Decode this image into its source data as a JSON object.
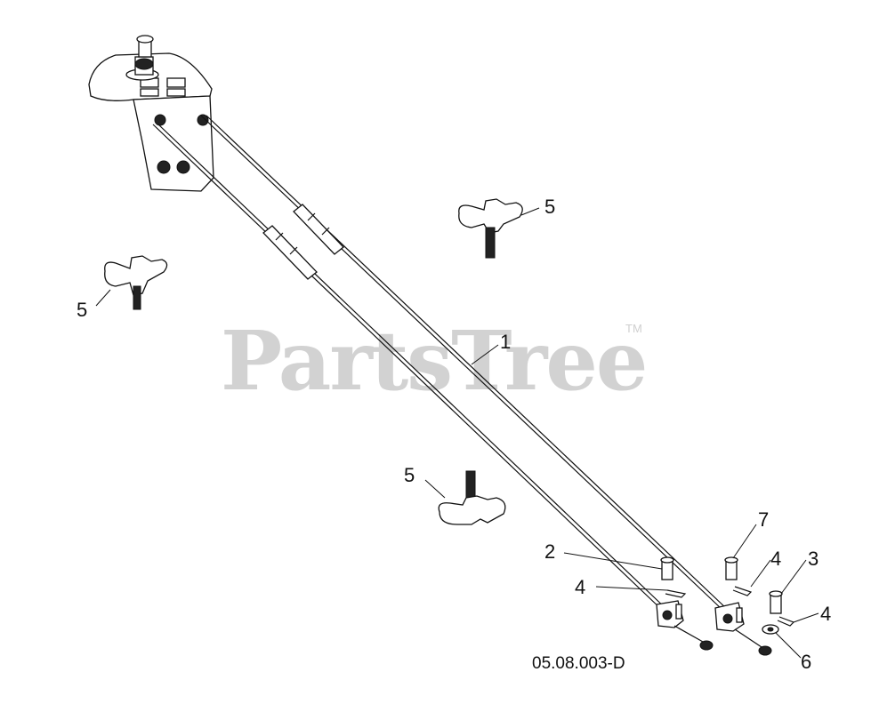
{
  "watermark": {
    "text": "PartsTree",
    "trademark": "TM"
  },
  "document_number": "05.08.003-D",
  "callouts": {
    "c1": "1",
    "c2": "2",
    "c3": "3",
    "c4a": "4",
    "c4b": "4",
    "c4c": "4",
    "c5a": "5",
    "c5b": "5",
    "c5c": "5",
    "c6": "6",
    "c7": "7"
  }
}
